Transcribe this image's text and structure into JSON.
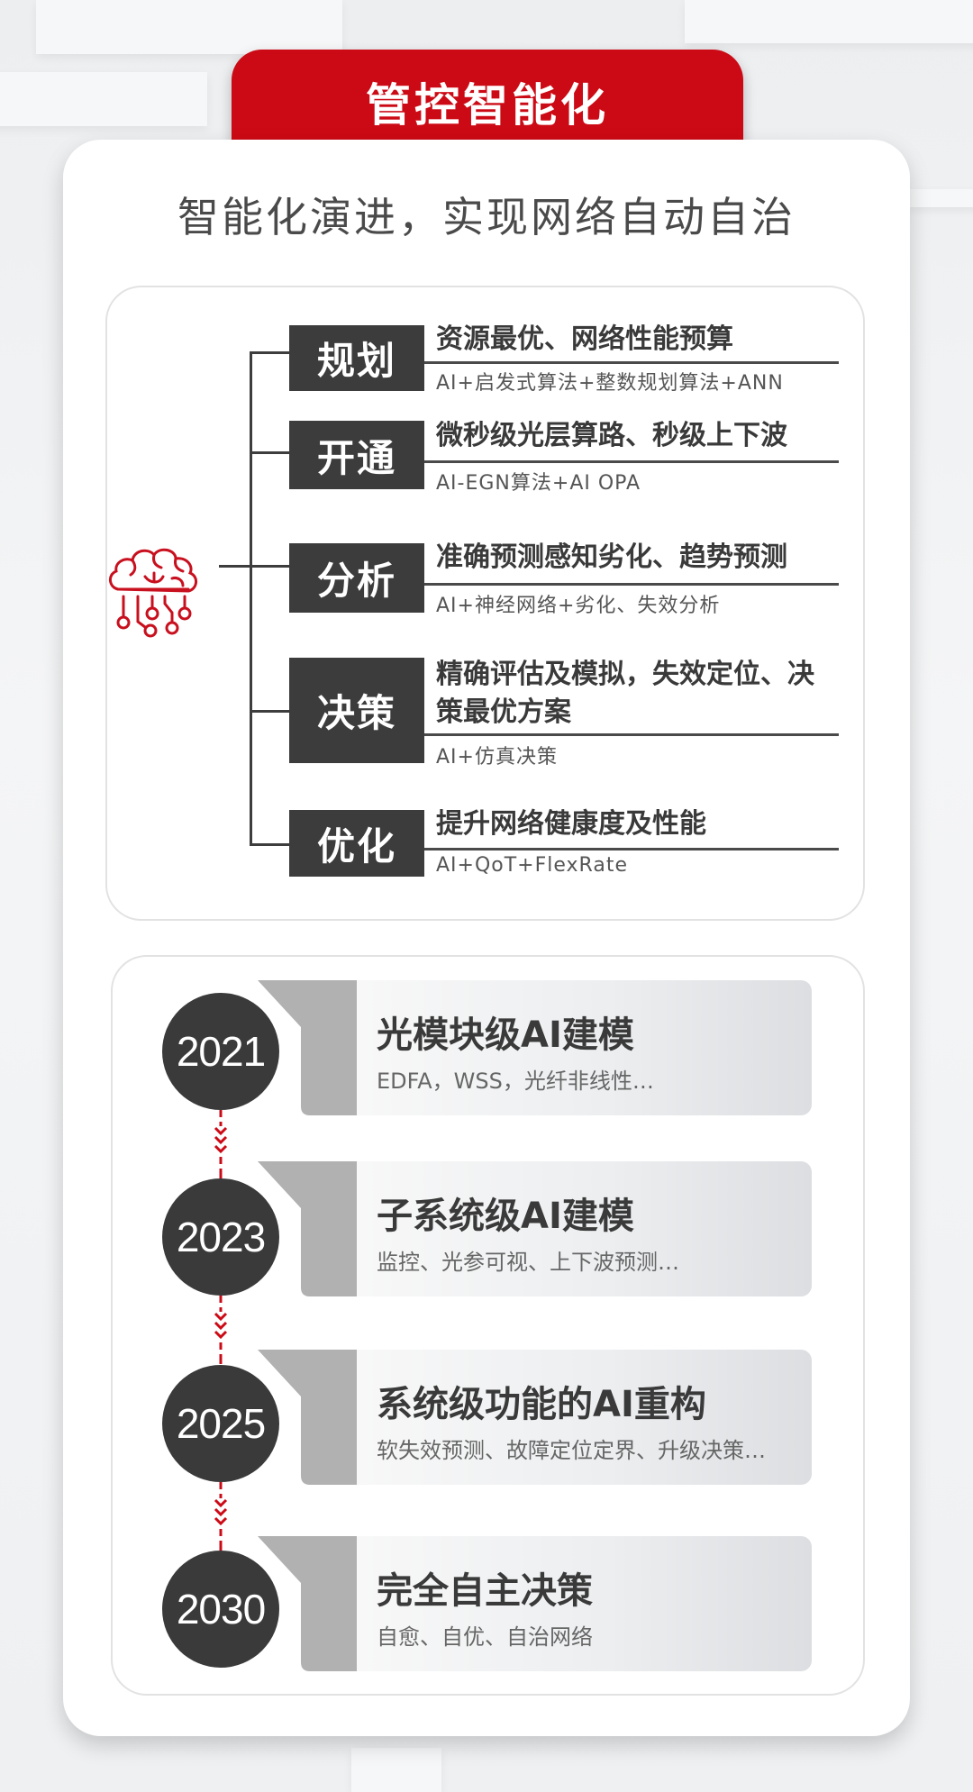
{
  "header": {
    "tab_title": "管控智能化",
    "headline": "智能化演进，实现网络自动自治"
  },
  "capabilities": {
    "icon": "brain-circuit-icon",
    "items": [
      {
        "label": "规划",
        "heading": "资源最优、网络性能预算",
        "detail": "AI+启发式算法+整数规划算法+ANN"
      },
      {
        "label": "开通",
        "heading": "微秒级光层算路、秒级上下波",
        "detail": "AI-EGN算法+AI OPA"
      },
      {
        "label": "分析",
        "heading": "准确预测感知劣化、趋势预测",
        "detail": "AI+神经网络+劣化、失效分析"
      },
      {
        "label": "决策",
        "heading": "精确评估及模拟，失效定位、决策最优方案",
        "detail": "AI+仿真决策"
      },
      {
        "label": "优化",
        "heading": "提升网络健康度及性能",
        "detail": "AI+QoT+FlexRate"
      }
    ]
  },
  "timeline": {
    "accent_color": "#cc0a15",
    "items": [
      {
        "year": "2021",
        "title": "光模块级AI建模",
        "detail": "EDFA，WSS，光纤非线性…"
      },
      {
        "year": "2023",
        "title": "子系统级AI建模",
        "detail": "监控、光参可视、上下波预测…"
      },
      {
        "year": "2025",
        "title": "系统级功能的AI重构",
        "detail": "软失效预测、故障定位定界、升级决策…"
      },
      {
        "year": "2030",
        "title": "完全自主决策",
        "detail": "自愈、自优、自治网络"
      }
    ]
  }
}
